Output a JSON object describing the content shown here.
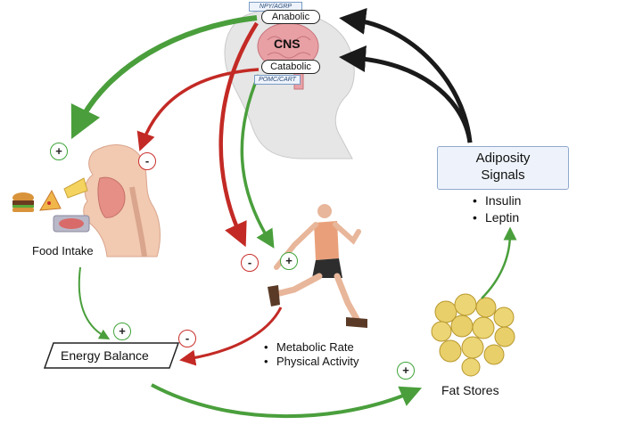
{
  "brain": {
    "anabolic": "Anabolic",
    "cns": "CNS",
    "catabolic": "Catabolic",
    "npy_tag": "NPY/AGRP",
    "pomc_tag": "POMC/CART"
  },
  "nodes": {
    "food_intake": "Food Intake",
    "energy_balance": "Energy Balance",
    "fat_stores": "Fat Stores",
    "adiposity_title_line1": "Adiposity",
    "adiposity_title_line2": "Signals",
    "adiposity_items": [
      "Insulin",
      "Leptin"
    ],
    "activity_items": [
      "Metabolic Rate",
      "Physical Activity"
    ]
  },
  "signs": {
    "food_plus": "+",
    "food_minus": "-",
    "runner_minus": "-",
    "runner_plus": "+",
    "energy_plus": "+",
    "energy_minus": "-",
    "fat_plus": "+"
  },
  "colors": {
    "green": "#4a9f3c",
    "red": "#c32a25",
    "black": "#1a1a1a",
    "skin": "#f2c9b1",
    "brain": "#e8a0a5",
    "fat": "#e8cf6a"
  }
}
